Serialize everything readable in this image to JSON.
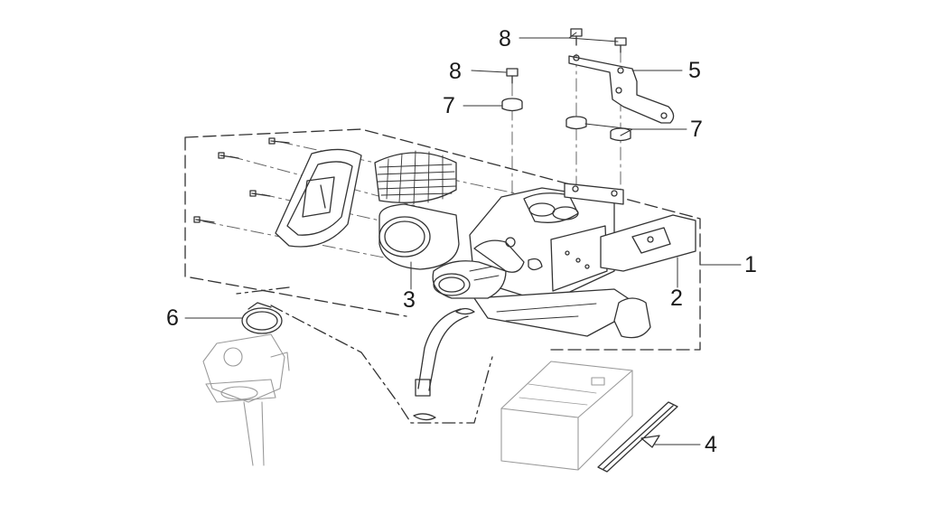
{
  "callouts": [
    {
      "id": "c8a",
      "text": "8"
    },
    {
      "id": "c8b",
      "text": "8"
    },
    {
      "id": "c5",
      "text": "5"
    },
    {
      "id": "c7a",
      "text": "7"
    },
    {
      "id": "c7b",
      "text": "7"
    },
    {
      "id": "c1",
      "text": "1"
    },
    {
      "id": "c2",
      "text": "2"
    },
    {
      "id": "c3",
      "text": "3"
    },
    {
      "id": "c6",
      "text": "6"
    },
    {
      "id": "c4",
      "text": "4"
    }
  ],
  "colors": {
    "line": "#333333",
    "ghost": "#9a9a9a",
    "fill": "#ffffff",
    "dark": "#1a1a1a"
  }
}
